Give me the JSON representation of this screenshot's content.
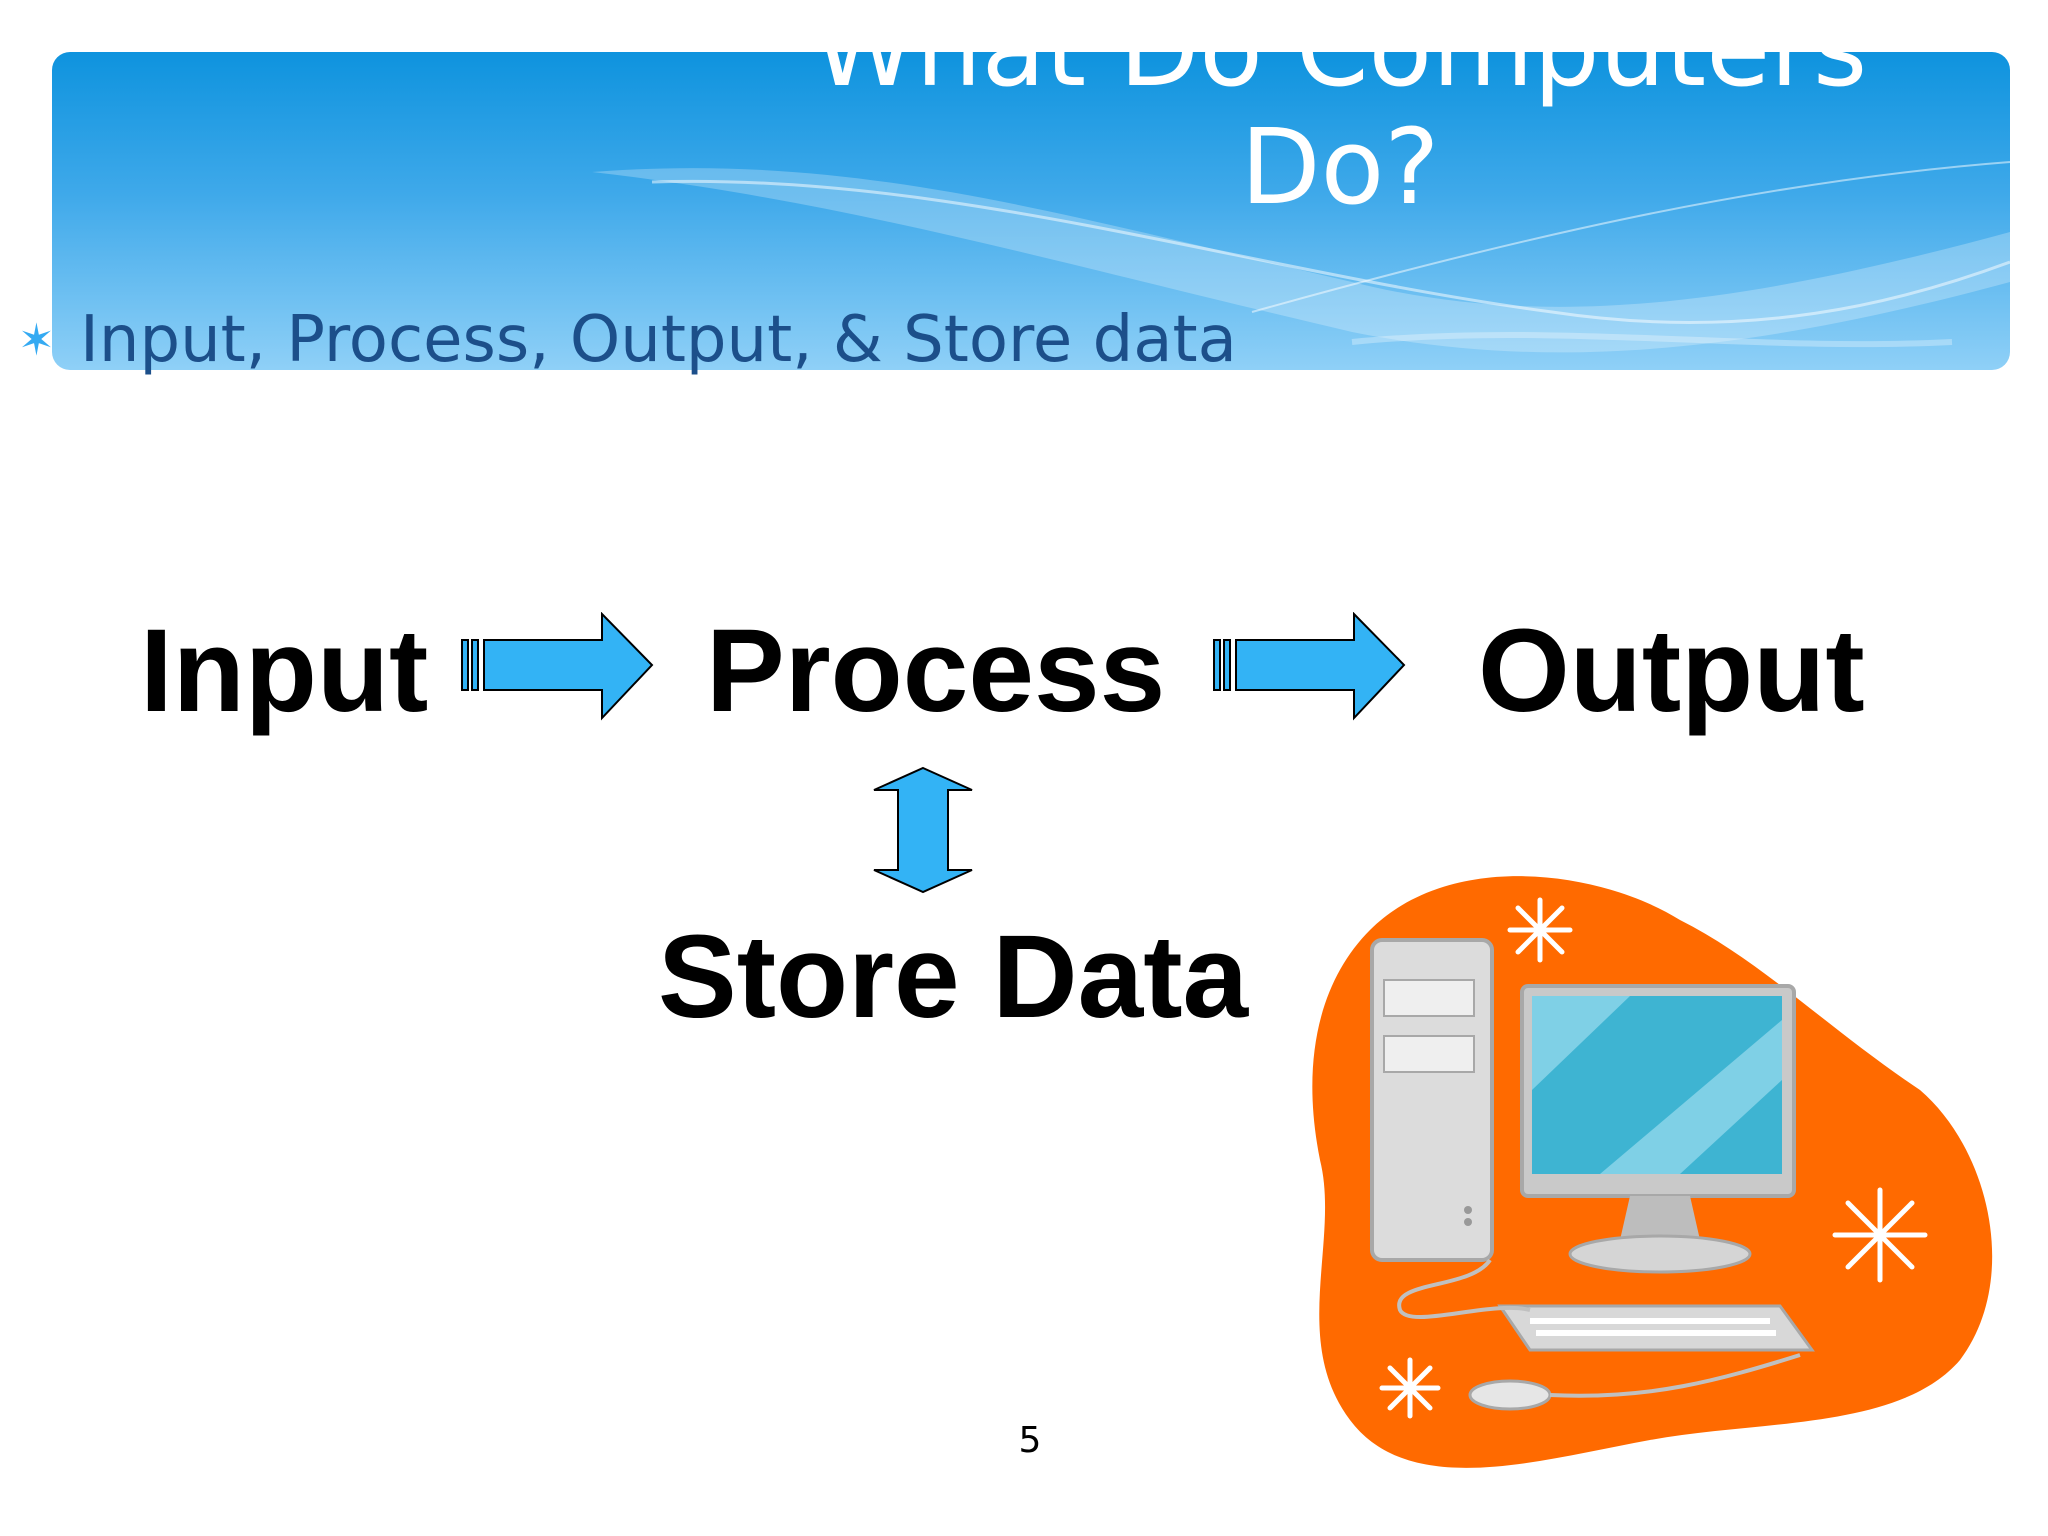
{
  "slide": {
    "title": "What Do Computers\nDo?",
    "bullet": "Input, Process, Output, & Store data",
    "page_number": "5"
  },
  "diagram": {
    "input_label": "Input",
    "process_label": "Process",
    "output_label": "Output",
    "store_label": "Store Data"
  },
  "icons": {
    "bullet": "asterisk-bullet-icon",
    "arrow_right": "arrow-right-icon",
    "arrow_updown": "double-arrow-vertical-icon",
    "clipart": "desktop-computer-icon"
  },
  "colors": {
    "arrow_fill": "#33b3f5",
    "header_top": "#0e93de",
    "header_bottom": "#8fd0f7",
    "bullet_text": "#1c4f8a",
    "clipart_blob": "#ff6a00"
  }
}
